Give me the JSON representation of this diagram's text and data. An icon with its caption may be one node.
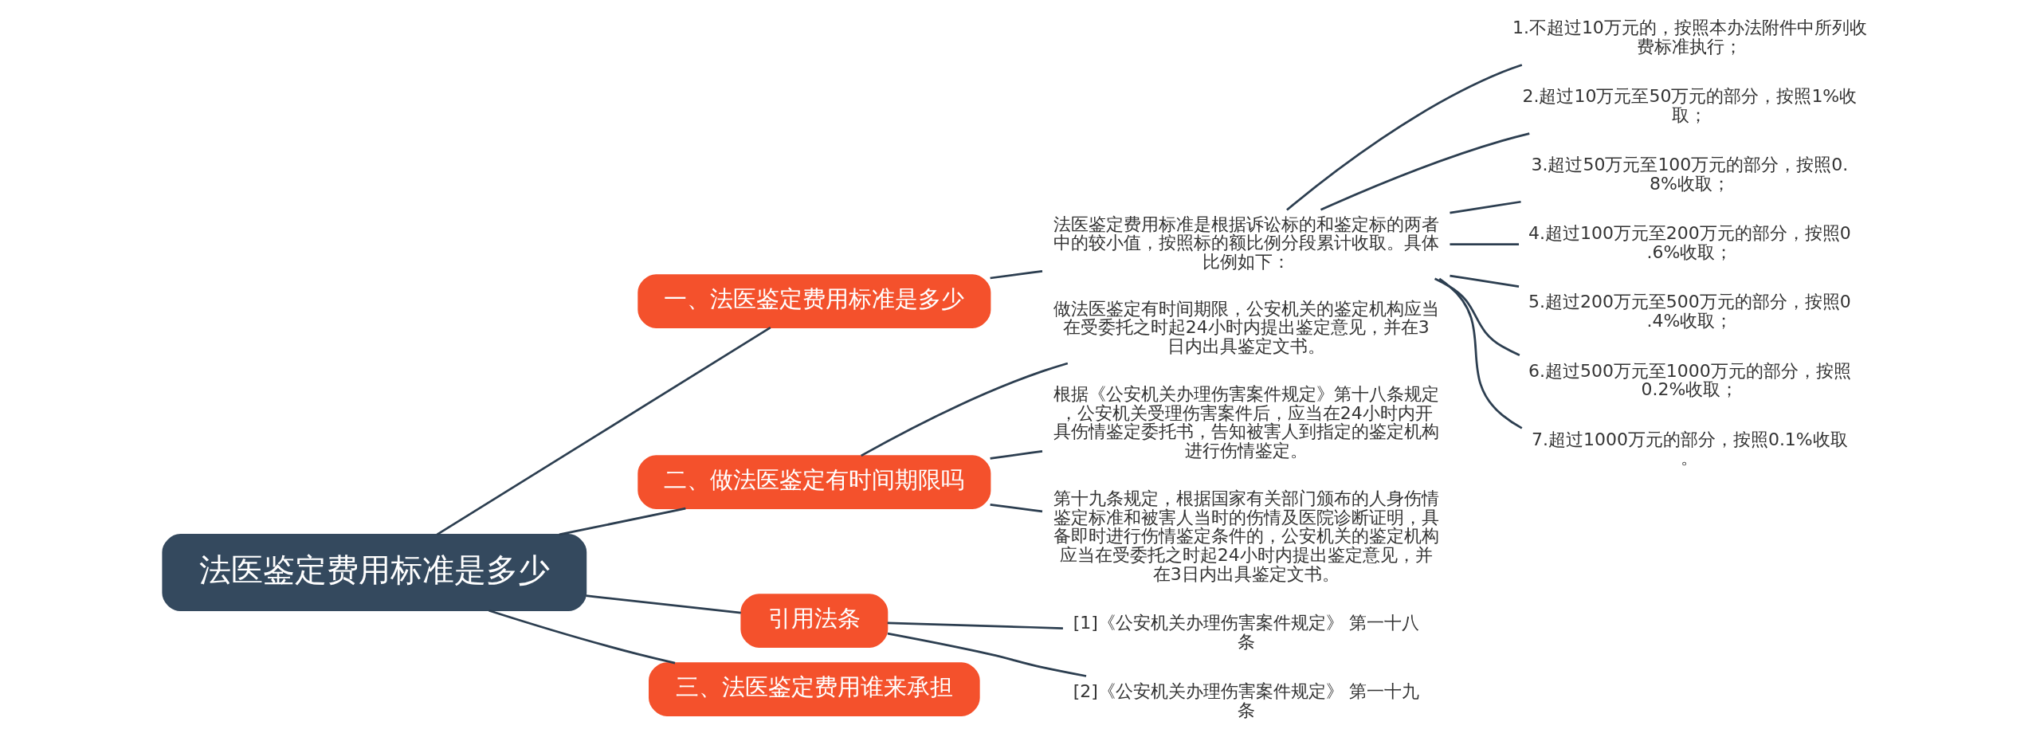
{
  "diagram": {
    "nodes": [
      {
        "text": [
          "法医鉴定费用标准是多少"
        ]
      },
      {
        "text": [
          "一、法医鉴定费用标准是多少"
        ]
      },
      {
        "text": [
          "法医鉴定费用标准是根据诉讼标的和鉴定标的两者中的较小值，按照标的额比例分段累计收取。具体比例如下："
        ]
      },
      {
        "text": [
          "1.不超过10万元的，按照本办法附件中所列收费标准执行；"
        ]
      },
      {
        "text": [
          "2.超过10万元至50万元的部分，按照1%收取；"
        ]
      },
      {
        "text": [
          "3.超过50万元至100万元的部分，按照0.8%收取；"
        ]
      },
      {
        "text": [
          "4.超过100万元至200万元的部分，按照0.6%收取；"
        ]
      },
      {
        "text": [
          "5.超过200万元至500万元的部分，按照0.4%收取；"
        ]
      },
      {
        "text": [
          "6.超过500万元至1000万元的部分，按照0.2%收取；"
        ]
      },
      {
        "text": [
          "7.超过1000万元的部分，按照0.1%收取。"
        ]
      },
      {
        "text": [
          "二、做法医鉴定有时间期限吗"
        ]
      },
      {
        "text": [
          "做法医鉴定有时间期限，公安机关的鉴定机构应当在受委托之时起24小时内提出鉴定意见，并在3日内出具鉴定文书。"
        ]
      },
      {
        "text": [
          "根据《公安机关办理伤害案件规定》第十八条规定，公安机关受理伤害案件后，应当在24小时内开具伤情鉴定委托书，告知被害人到指定的鉴定机构进行伤情鉴定。"
        ]
      },
      {
        "text": [
          "第十九条规定，根据国家有关部门颁布的人身伤情鉴定标准和被害人当时的伤情及医院诊断证明，具备即时进行伤情鉴定条件的，公安机关的鉴定机构应当在受委托之时起24小时内提出鉴定意见，并在3日内出具鉴定文书。"
        ]
      },
      {
        "text": [
          "引用法条"
        ]
      },
      {
        "text": [
          "[1]《公安机关办理伤害案件规定》 第一十八条"
        ]
      },
      {
        "text": [
          "[2]《公安机关办理伤害案件规定》 第一十九条"
        ]
      },
      {
        "text": [
          "三、法医鉴定费用谁来承担"
        ]
      }
    ],
    "edges": [
      {
        "from": 0,
        "to": 1,
        "arrow": "none"
      },
      {
        "from": 1,
        "to": 2,
        "arrow": "none"
      },
      {
        "from": 2,
        "to": 3,
        "arrow": "none"
      },
      {
        "from": 2,
        "to": 4,
        "arrow": "none"
      },
      {
        "from": 2,
        "to": 5,
        "arrow": "none"
      },
      {
        "from": 2,
        "to": 6,
        "arrow": "none"
      },
      {
        "from": 2,
        "to": 7,
        "arrow": "none"
      },
      {
        "from": 2,
        "to": 8,
        "arrow": "none"
      },
      {
        "from": 2,
        "to": 9,
        "arrow": "none"
      },
      {
        "from": 0,
        "to": 10,
        "arrow": "none"
      },
      {
        "from": 10,
        "to": 11,
        "arrow": "none"
      },
      {
        "from": 10,
        "to": 12,
        "arrow": "none"
      },
      {
        "from": 10,
        "to": 13,
        "arrow": "none"
      },
      {
        "from": 0,
        "to": 14,
        "arrow": "none"
      },
      {
        "from": 14,
        "to": 15,
        "arrow": "none"
      },
      {
        "from": 14,
        "to": 16,
        "arrow": "none"
      },
      {
        "from": 0,
        "to": 17,
        "arrow": "none"
      }
    ]
  }
}
